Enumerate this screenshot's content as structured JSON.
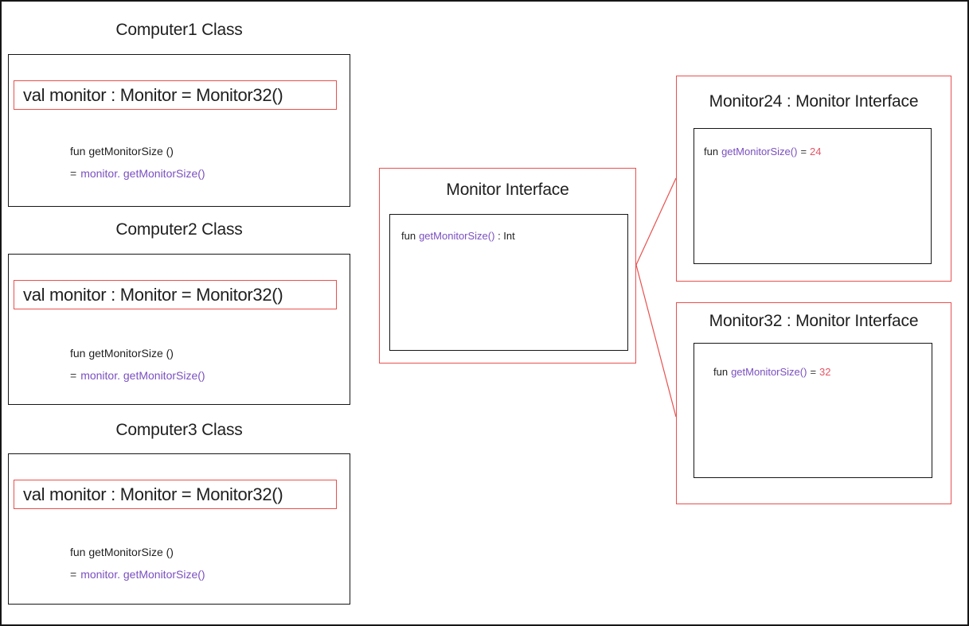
{
  "colors": {
    "accent_red": "#e8514f",
    "code_purple": "#7a4fc0",
    "value_red": "#e15666",
    "text_dark": "#1f1f1f"
  },
  "computers": [
    {
      "title": "Computer1 Class",
      "val_line": "val monitor : Monitor = Monitor32()",
      "fun_line": "fun getMonitorSize ()",
      "call_eq": "=",
      "call_line": "monitor. getMonitorSize()"
    },
    {
      "title": "Computer2 Class",
      "val_line": "val monitor : Monitor = Monitor32()",
      "fun_line": "fun getMonitorSize ()",
      "call_eq": "=",
      "call_line": "monitor. getMonitorSize()"
    },
    {
      "title": "Computer3 Class",
      "val_line": "val monitor : Monitor = Monitor32()",
      "fun_line": "fun getMonitorSize ()",
      "call_eq": "=",
      "call_line": "monitor. getMonitorSize()"
    }
  ],
  "interface_box": {
    "title": "Monitor Interface",
    "fun_kw": "fun",
    "fn_name": "getMonitorSize()",
    "return_suffix": ": Int"
  },
  "implementations": [
    {
      "title": "Monitor24 : Monitor Interface",
      "fun_kw": "fun",
      "fn_name": "getMonitorSize()",
      "eq": "=",
      "value": "24"
    },
    {
      "title": "Monitor32 : Monitor Interface",
      "fun_kw": "fun",
      "fn_name": "getMonitorSize()",
      "eq": "=",
      "value": "32"
    }
  ]
}
